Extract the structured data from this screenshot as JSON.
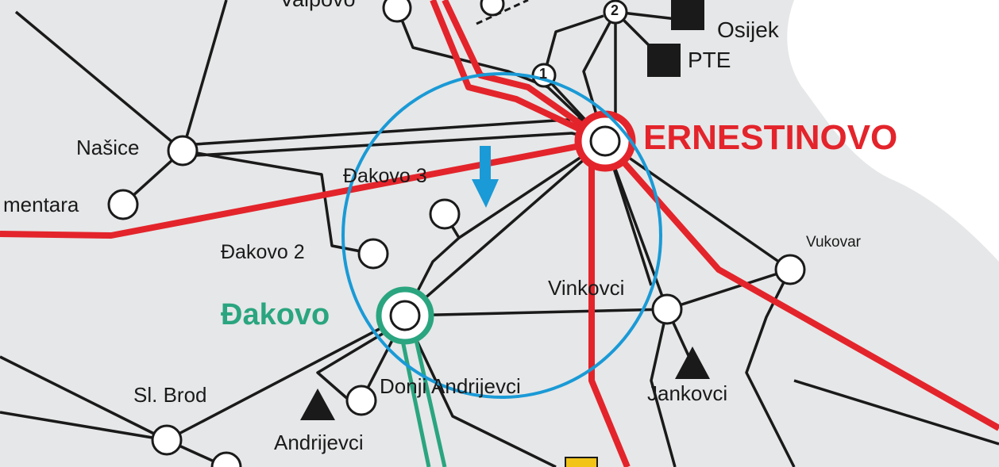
{
  "map": {
    "colors": {
      "background_region": "#e6e7e8",
      "line_black": "#1a1a1a",
      "line_red": "#e3242b",
      "line_green": "#2aa57f",
      "highlight_circle": "#1a9ad6",
      "arrow": "#1a9ad6",
      "plant_yellow": "#f2c418"
    },
    "labels": {
      "valpovo": "Valpovo",
      "osijek": "Osijek",
      "pte": "PTE",
      "ernestinovo": "ERNESTINOVO",
      "nasice": "Našice",
      "mentara": "mentara",
      "djakovo3": "Đakovo 3",
      "djakovo2": "Đakovo 2",
      "djakovo": "Đakovo",
      "vinkovci": "Vinkovci",
      "vukovar": "Vukovar",
      "jankovci": "Jankovci",
      "donji_andrijevci": "Donji Andrijevci",
      "sl_brod": "Sl. Brod",
      "andrijevci": "Andrijevci"
    },
    "switch_numbers": {
      "one": "1",
      "two": "2"
    },
    "icons": [
      "substation-node-icon",
      "power-plant-square-icon",
      "triangle-plant-icon",
      "highlight-arrow-icon"
    ]
  }
}
